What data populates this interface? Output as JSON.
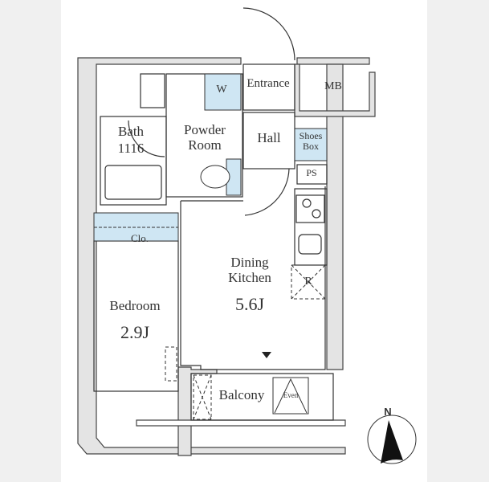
{
  "rooms": {
    "entrance": "Entrance",
    "mb": "MB",
    "bath": "Bath",
    "bath_size": "1116",
    "powder_room": "Powder Room",
    "washer": "W",
    "hall": "Hall",
    "shoes_box": "Shoes Box",
    "ps": "PS",
    "refrigerator": "R",
    "closet": "Clo.",
    "bedroom": "Bedroom",
    "bedroom_size": "2.9J",
    "dining_kitchen": "Dining Kitchen",
    "dining_kitchen_size": "5.6J",
    "balcony": "Balcony",
    "evacuation_hatch": "Even"
  },
  "compass": {
    "label": "N"
  },
  "colors": {
    "wall_fill": "#e4e4e4",
    "line": "#333333",
    "fixture_blue": "#cfe6f3"
  }
}
